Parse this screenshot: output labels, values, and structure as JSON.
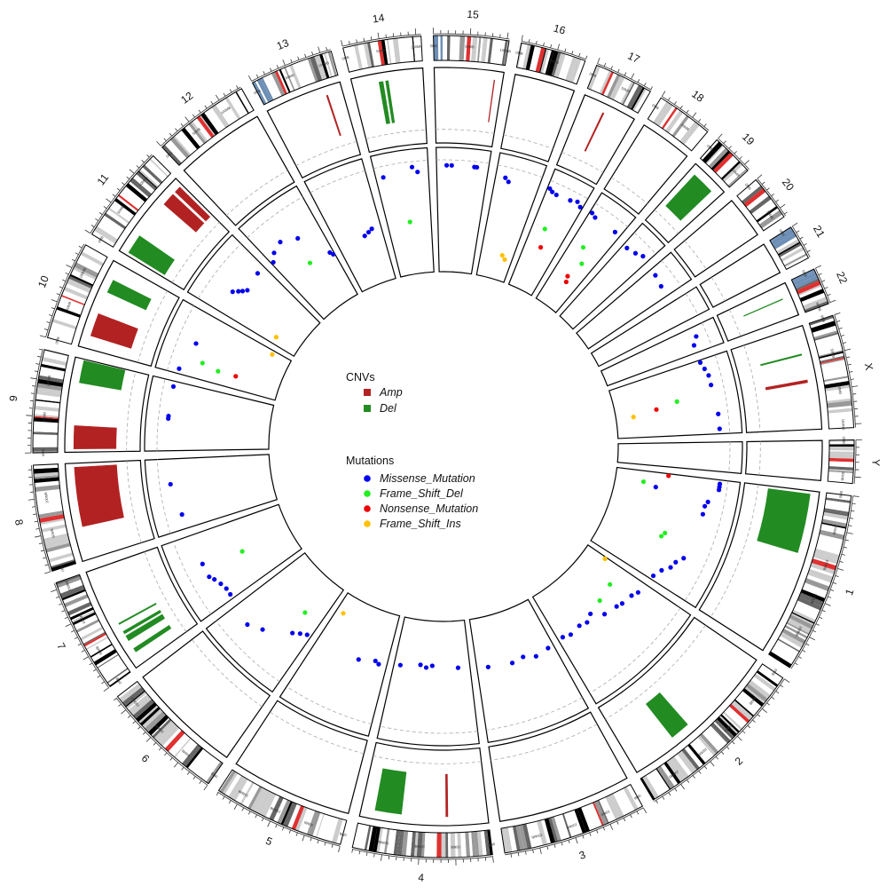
{
  "colors": {
    "Amp": "#B22222",
    "Del": "#228B22",
    "Missense_Mutation": "#0000EE",
    "Frame_Shift_Del": "#22EE22",
    "Nonsense_Mutation": "#EE0000",
    "Frame_Shift_Ins": "#FFC000",
    "band_gpos100": "#000000",
    "band_gpos75": "#666666",
    "band_gpos50": "#999999",
    "band_gpos25": "#CCCCCC",
    "band_gneg": "#FFFFFF",
    "band_acen": "#E03030",
    "band_gvar": "#6E8FB5"
  },
  "chart_data": {
    "type": "circos",
    "genome": "hg19",
    "chromosomes": [
      {
        "name": "1",
        "length": 249
      },
      {
        "name": "2",
        "length": 243
      },
      {
        "name": "3",
        "length": 198
      },
      {
        "name": "4",
        "length": 191
      },
      {
        "name": "5",
        "length": 181
      },
      {
        "name": "6",
        "length": 171
      },
      {
        "name": "7",
        "length": 159
      },
      {
        "name": "8",
        "length": 146
      },
      {
        "name": "9",
        "length": 141
      },
      {
        "name": "10",
        "length": 136
      },
      {
        "name": "11",
        "length": 135
      },
      {
        "name": "12",
        "length": 134
      },
      {
        "name": "13",
        "length": 115
      },
      {
        "name": "14",
        "length": 107
      },
      {
        "name": "15",
        "length": 103
      },
      {
        "name": "16",
        "length": 90
      },
      {
        "name": "17",
        "length": 81
      },
      {
        "name": "18",
        "length": 78
      },
      {
        "name": "19",
        "length": 59
      },
      {
        "name": "20",
        "length": 63
      },
      {
        "name": "21",
        "length": 48
      },
      {
        "name": "22",
        "length": 51
      },
      {
        "name": "X",
        "length": 155
      },
      {
        "name": "Y",
        "length": 59
      }
    ],
    "tick_labels": [
      "0MB",
      "50MB",
      "100MB",
      "150MB",
      "200MB"
    ],
    "cnv_segments": [
      {
        "chr": "1",
        "start": 5,
        "end": 95,
        "type": "Del"
      },
      {
        "chr": "2",
        "start": 140,
        "end": 170,
        "type": "Del"
      },
      {
        "chr": "4",
        "start": 60,
        "end": 63,
        "type": "Amp"
      },
      {
        "chr": "4",
        "start": 130,
        "end": 170,
        "type": "Del"
      },
      {
        "chr": "7",
        "start": 20,
        "end": 26,
        "type": "Del"
      },
      {
        "chr": "7",
        "start": 40,
        "end": 48,
        "type": "Del"
      },
      {
        "chr": "7",
        "start": 52,
        "end": 56,
        "type": "Del"
      },
      {
        "chr": "7",
        "start": 68,
        "end": 70,
        "type": "Del"
      },
      {
        "chr": "8",
        "start": 50,
        "end": 140,
        "type": "Amp"
      },
      {
        "chr": "9",
        "start": 5,
        "end": 40,
        "type": "Amp"
      },
      {
        "chr": "9",
        "start": 105,
        "end": 139,
        "type": "Del"
      },
      {
        "chr": "10",
        "start": 20,
        "end": 55,
        "type": "Amp"
      },
      {
        "chr": "10",
        "start": 90,
        "end": 110,
        "type": "Del"
      },
      {
        "chr": "11",
        "start": 5,
        "end": 35,
        "type": "Del"
      },
      {
        "chr": "11",
        "start": 95,
        "end": 115,
        "type": "Amp"
      },
      {
        "chr": "11",
        "start": 120,
        "end": 130,
        "type": "Amp"
      },
      {
        "chr": "13",
        "start": 90,
        "end": 92,
        "type": "Amp"
      },
      {
        "chr": "14",
        "start": 40,
        "end": 46,
        "type": "Del"
      },
      {
        "chr": "14",
        "start": 50,
        "end": 54,
        "type": "Del"
      },
      {
        "chr": "15",
        "start": 90,
        "end": 91,
        "type": "Amp"
      },
      {
        "chr": "17",
        "start": 35,
        "end": 37,
        "type": "Amp"
      },
      {
        "chr": "19",
        "start": 10,
        "end": 45,
        "type": "Del"
      },
      {
        "chr": "22",
        "start": 20,
        "end": 21,
        "type": "Del"
      },
      {
        "chr": "X",
        "start": 40,
        "end": 42,
        "type": "Del"
      },
      {
        "chr": "X",
        "start": 80,
        "end": 84,
        "type": "Amp"
      }
    ],
    "mutations": [
      {
        "chr": "1",
        "pos": 5,
        "score": 0.4,
        "type": "Nonsense_Mutation"
      },
      {
        "chr": "1",
        "pos": 8,
        "score": 0.88,
        "type": "Missense_Mutation"
      },
      {
        "chr": "1",
        "pos": 14,
        "score": 0.88,
        "type": "Missense_Mutation"
      },
      {
        "chr": "1",
        "pos": 20,
        "score": 0.88,
        "type": "Missense_Mutation"
      },
      {
        "chr": "1",
        "pos": 30,
        "score": 0.18,
        "type": "Frame_Shift_Del"
      },
      {
        "chr": "1",
        "pos": 38,
        "score": 0.3,
        "type": "Missense_Mutation"
      },
      {
        "chr": "1",
        "pos": 48,
        "score": 0.8,
        "type": "Missense_Mutation"
      },
      {
        "chr": "1",
        "pos": 58,
        "score": 0.78,
        "type": "Missense_Mutation"
      },
      {
        "chr": "1",
        "pos": 75,
        "score": 0.78,
        "type": "Missense_Mutation"
      },
      {
        "chr": "1",
        "pos": 140,
        "score": 0.5,
        "type": "Frame_Shift_Del"
      },
      {
        "chr": "1",
        "pos": 150,
        "score": 0.48,
        "type": "Frame_Shift_Del"
      },
      {
        "chr": "1",
        "pos": 175,
        "score": 0.75,
        "type": "Missense_Mutation"
      },
      {
        "chr": "1",
        "pos": 190,
        "score": 0.7,
        "type": "Missense_Mutation"
      },
      {
        "chr": "1",
        "pos": 205,
        "score": 0.68,
        "type": "Missense_Mutation"
      },
      {
        "chr": "1",
        "pos": 220,
        "score": 0.62,
        "type": "Missense_Mutation"
      },
      {
        "chr": "1",
        "pos": 240,
        "score": 0.58,
        "type": "Missense_Mutation"
      },
      {
        "chr": "2",
        "pos": 5,
        "score": 0.12,
        "type": "Frame_Shift_Ins"
      },
      {
        "chr": "2",
        "pos": 25,
        "score": 0.55,
        "type": "Missense_Mutation"
      },
      {
        "chr": "2",
        "pos": 40,
        "score": 0.52,
        "type": "Missense_Mutation"
      },
      {
        "chr": "2",
        "pos": 52,
        "score": 0.3,
        "type": "Frame_Shift_Del"
      },
      {
        "chr": "2",
        "pos": 68,
        "score": 0.5,
        "type": "Missense_Mutation"
      },
      {
        "chr": "2",
        "pos": 82,
        "score": 0.48,
        "type": "Missense_Mutation"
      },
      {
        "chr": "2",
        "pos": 100,
        "score": 0.33,
        "type": "Frame_Shift_Del"
      },
      {
        "chr": "2",
        "pos": 115,
        "score": 0.45,
        "type": "Missense_Mutation"
      },
      {
        "chr": "2",
        "pos": 140,
        "score": 0.36,
        "type": "Missense_Mutation"
      },
      {
        "chr": "2",
        "pos": 160,
        "score": 0.4,
        "type": "Missense_Mutation"
      },
      {
        "chr": "2",
        "pos": 180,
        "score": 0.38,
        "type": "Missense_Mutation"
      },
      {
        "chr": "2",
        "pos": 210,
        "score": 0.4,
        "type": "Missense_Mutation"
      },
      {
        "chr": "2",
        "pos": 230,
        "score": 0.38,
        "type": "Missense_Mutation"
      },
      {
        "chr": "3",
        "pos": 15,
        "score": 0.4,
        "type": "Missense_Mutation"
      },
      {
        "chr": "3",
        "pos": 50,
        "score": 0.42,
        "type": "Missense_Mutation"
      },
      {
        "chr": "3",
        "pos": 80,
        "score": 0.38,
        "type": "Missense_Mutation"
      },
      {
        "chr": "3",
        "pos": 110,
        "score": 0.4,
        "type": "Missense_Mutation"
      },
      {
        "chr": "3",
        "pos": 170,
        "score": 0.38,
        "type": "Missense_Mutation"
      },
      {
        "chr": "4",
        "pos": 30,
        "score": 0.35,
        "type": "Missense_Mutation"
      },
      {
        "chr": "4",
        "pos": 95,
        "score": 0.33,
        "type": "Missense_Mutation"
      },
      {
        "chr": "4",
        "pos": 110,
        "score": 0.35,
        "type": "Missense_Mutation"
      },
      {
        "chr": "4",
        "pos": 125,
        "score": 0.33,
        "type": "Missense_Mutation"
      },
      {
        "chr": "4",
        "pos": 175,
        "score": 0.36,
        "type": "Missense_Mutation"
      },
      {
        "chr": "5",
        "pos": 20,
        "score": 0.4,
        "type": "Missense_Mutation"
      },
      {
        "chr": "5",
        "pos": 30,
        "score": 0.38,
        "type": "Missense_Mutation"
      },
      {
        "chr": "5",
        "pos": 70,
        "score": 0.42,
        "type": "Missense_Mutation"
      },
      {
        "chr": "5",
        "pos": 160,
        "score": 0.1,
        "type": "Frame_Shift_Ins"
      },
      {
        "chr": "6",
        "pos": 10,
        "score": 0.45,
        "type": "Missense_Mutation"
      },
      {
        "chr": "6",
        "pos": 25,
        "score": 0.48,
        "type": "Missense_Mutation"
      },
      {
        "chr": "6",
        "pos": 40,
        "score": 0.52,
        "type": "Missense_Mutation"
      },
      {
        "chr": "6",
        "pos": 48,
        "score": 0.3,
        "type": "Frame_Shift_Del"
      },
      {
        "chr": "6",
        "pos": 95,
        "score": 0.68,
        "type": "Missense_Mutation"
      },
      {
        "chr": "6",
        "pos": 125,
        "score": 0.75,
        "type": "Missense_Mutation"
      },
      {
        "chr": "7",
        "pos": 10,
        "score": 0.7,
        "type": "Missense_Mutation"
      },
      {
        "chr": "7",
        "pos": 25,
        "score": 0.7,
        "type": "Missense_Mutation"
      },
      {
        "chr": "7",
        "pos": 40,
        "score": 0.72,
        "type": "Missense_Mutation"
      },
      {
        "chr": "7",
        "pos": 55,
        "score": 0.75,
        "type": "Missense_Mutation"
      },
      {
        "chr": "7",
        "pos": 65,
        "score": 0.78,
        "type": "Missense_Mutation"
      },
      {
        "chr": "7",
        "pos": 80,
        "score": 0.4,
        "type": "Frame_Shift_Del"
      },
      {
        "chr": "7",
        "pos": 95,
        "score": 0.78,
        "type": "Missense_Mutation"
      },
      {
        "chr": "8",
        "pos": 30,
        "score": 0.8,
        "type": "Missense_Mutation"
      },
      {
        "chr": "8",
        "pos": 95,
        "score": 0.85,
        "type": "Missense_Mutation"
      },
      {
        "chr": "9",
        "pos": 65,
        "score": 0.86,
        "type": "Missense_Mutation"
      },
      {
        "chr": "9",
        "pos": 70,
        "score": 0.86,
        "type": "Missense_Mutation"
      },
      {
        "chr": "9",
        "pos": 130,
        "score": 0.86,
        "type": "Missense_Mutation"
      },
      {
        "chr": "10",
        "pos": 10,
        "score": 0.85,
        "type": "Missense_Mutation"
      },
      {
        "chr": "10",
        "pos": 30,
        "score": 0.5,
        "type": "Frame_Shift_Del"
      },
      {
        "chr": "10",
        "pos": 32,
        "score": 0.33,
        "type": "Nonsense_Mutation"
      },
      {
        "chr": "10",
        "pos": 36,
        "score": 0.66,
        "type": "Frame_Shift_Del"
      },
      {
        "chr": "10",
        "pos": 70,
        "score": 0.78,
        "type": "Missense_Mutation"
      },
      {
        "chr": "10",
        "pos": 125,
        "score": 0.1,
        "type": "Frame_Shift_Ins"
      },
      {
        "chr": "11",
        "pos": 20,
        "score": 0.15,
        "type": "Frame_Shift_Ins"
      },
      {
        "chr": "11",
        "pos": 50,
        "score": 0.72,
        "type": "Missense_Mutation"
      },
      {
        "chr": "11",
        "pos": 58,
        "score": 0.68,
        "type": "Missense_Mutation"
      },
      {
        "chr": "11",
        "pos": 64,
        "score": 0.65,
        "type": "Missense_Mutation"
      },
      {
        "chr": "11",
        "pos": 72,
        "score": 0.62,
        "type": "Missense_Mutation"
      },
      {
        "chr": "11",
        "pos": 115,
        "score": 0.65,
        "type": "Missense_Mutation"
      },
      {
        "chr": "12",
        "pos": 5,
        "score": 0.62,
        "type": "Missense_Mutation"
      },
      {
        "chr": "12",
        "pos": 20,
        "score": 0.68,
        "type": "Missense_Mutation"
      },
      {
        "chr": "12",
        "pos": 45,
        "score": 0.72,
        "type": "Missense_Mutation"
      },
      {
        "chr": "12",
        "pos": 70,
        "score": 0.4,
        "type": "Frame_Shift_Del"
      },
      {
        "chr": "12",
        "pos": 80,
        "score": 0.65,
        "type": "Missense_Mutation"
      },
      {
        "chr": "12",
        "pos": 125,
        "score": 0.38,
        "type": "Missense_Mutation"
      },
      {
        "chr": "12",
        "pos": 130,
        "score": 0.35,
        "type": "Missense_Mutation"
      },
      {
        "chr": "13",
        "pos": 70,
        "score": 0.38,
        "type": "Missense_Mutation"
      },
      {
        "chr": "13",
        "pos": 82,
        "score": 0.4,
        "type": "Missense_Mutation"
      },
      {
        "chr": "13",
        "pos": 92,
        "score": 0.42,
        "type": "Missense_Mutation"
      },
      {
        "chr": "14",
        "pos": 15,
        "score": 0.85,
        "type": "Missense_Mutation"
      },
      {
        "chr": "14",
        "pos": 55,
        "score": 0.4,
        "type": "Frame_Shift_Del"
      },
      {
        "chr": "14",
        "pos": 75,
        "score": 0.9,
        "type": "Missense_Mutation"
      },
      {
        "chr": "14",
        "pos": 85,
        "score": 0.85,
        "type": "Missense_Mutation"
      },
      {
        "chr": "15",
        "pos": 20,
        "score": 0.9,
        "type": "Missense_Mutation"
      },
      {
        "chr": "15",
        "pos": 30,
        "score": 0.9,
        "type": "Missense_Mutation"
      },
      {
        "chr": "15",
        "pos": 75,
        "score": 0.9,
        "type": "Missense_Mutation"
      },
      {
        "chr": "15",
        "pos": 80,
        "score": 0.9,
        "type": "Missense_Mutation"
      },
      {
        "chr": "16",
        "pos": 20,
        "score": 0.85,
        "type": "Missense_Mutation"
      },
      {
        "chr": "16",
        "pos": 28,
        "score": 0.82,
        "type": "Missense_Mutation"
      },
      {
        "chr": "16",
        "pos": 60,
        "score": 0.15,
        "type": "Frame_Shift_Ins"
      },
      {
        "chr": "16",
        "pos": 70,
        "score": 0.12,
        "type": "Frame_Shift_Ins"
      },
      {
        "chr": "17",
        "pos": 5,
        "score": 0.88,
        "type": "Missense_Mutation"
      },
      {
        "chr": "17",
        "pos": 12,
        "score": 0.86,
        "type": "Missense_Mutation"
      },
      {
        "chr": "17",
        "pos": 22,
        "score": 0.85,
        "type": "Missense_Mutation"
      },
      {
        "chr": "17",
        "pos": 30,
        "score": 0.52,
        "type": "Frame_Shift_Del"
      },
      {
        "chr": "17",
        "pos": 40,
        "score": 0.35,
        "type": "Nonsense_Mutation"
      },
      {
        "chr": "17",
        "pos": 52,
        "score": 0.86,
        "type": "Missense_Mutation"
      },
      {
        "chr": "17",
        "pos": 66,
        "score": 0.88,
        "type": "Missense_Mutation"
      },
      {
        "chr": "17",
        "pos": 76,
        "score": 0.85,
        "type": "Missense_Mutation"
      },
      {
        "chr": "18",
        "pos": 5,
        "score": 0.86,
        "type": "Missense_Mutation"
      },
      {
        "chr": "18",
        "pos": 15,
        "score": 0.84,
        "type": "Missense_Mutation"
      },
      {
        "chr": "18",
        "pos": 30,
        "score": 0.55,
        "type": "Frame_Shift_Del"
      },
      {
        "chr": "18",
        "pos": 40,
        "score": 0.25,
        "type": "Nonsense_Mutation"
      },
      {
        "chr": "18",
        "pos": 46,
        "score": 0.2,
        "type": "Nonsense_Mutation"
      },
      {
        "chr": "18",
        "pos": 50,
        "score": 0.42,
        "type": "Frame_Shift_Del"
      },
      {
        "chr": "18",
        "pos": 65,
        "score": 0.84,
        "type": "Missense_Mutation"
      },
      {
        "chr": "19",
        "pos": 10,
        "score": 0.8,
        "type": "Missense_Mutation"
      },
      {
        "chr": "19",
        "pos": 30,
        "score": 0.82,
        "type": "Missense_Mutation"
      },
      {
        "chr": "19",
        "pos": 45,
        "score": 0.85,
        "type": "Missense_Mutation"
      },
      {
        "chr": "20",
        "pos": 15,
        "score": 0.82,
        "type": "Missense_Mutation"
      },
      {
        "chr": "20",
        "pos": 40,
        "score": 0.8,
        "type": "Missense_Mutation"
      },
      {
        "chr": "22",
        "pos": 20,
        "score": 0.85,
        "type": "Missense_Mutation"
      },
      {
        "chr": "22",
        "pos": 35,
        "score": 0.8,
        "type": "Missense_Mutation"
      },
      {
        "chr": "X",
        "pos": 5,
        "score": 0.8,
        "type": "Missense_Mutation"
      },
      {
        "chr": "X",
        "pos": 20,
        "score": 0.82,
        "type": "Missense_Mutation"
      },
      {
        "chr": "X",
        "pos": 35,
        "score": 0.84,
        "type": "Missense_Mutation"
      },
      {
        "chr": "X",
        "pos": 55,
        "score": 0.84,
        "type": "Missense_Mutation"
      },
      {
        "chr": "X",
        "pos": 75,
        "score": 0.5,
        "type": "Frame_Shift_Del"
      },
      {
        "chr": "X",
        "pos": 85,
        "score": 0.3,
        "type": "Nonsense_Mutation"
      },
      {
        "chr": "X",
        "pos": 95,
        "score": 0.08,
        "type": "Frame_Shift_Ins"
      },
      {
        "chr": "X",
        "pos": 115,
        "score": 0.86,
        "type": "Missense_Mutation"
      },
      {
        "chr": "X",
        "pos": 145,
        "score": 0.86,
        "type": "Missense_Mutation"
      }
    ],
    "legend": {
      "cnv_title": "CNVs",
      "cnv_items": [
        {
          "label": "Amp",
          "key": "Amp"
        },
        {
          "label": "Del",
          "key": "Del"
        }
      ],
      "mutation_title": "Mutations",
      "mutation_items": [
        {
          "label": "Missense_Mutation",
          "key": "Missense_Mutation"
        },
        {
          "label": "Frame_Shift_Del",
          "key": "Frame_Shift_Del"
        },
        {
          "label": "Nonsense_Mutation",
          "key": "Nonsense_Mutation"
        },
        {
          "label": "Frame_Shift_Ins",
          "key": "Frame_Shift_Ins"
        }
      ]
    }
  }
}
